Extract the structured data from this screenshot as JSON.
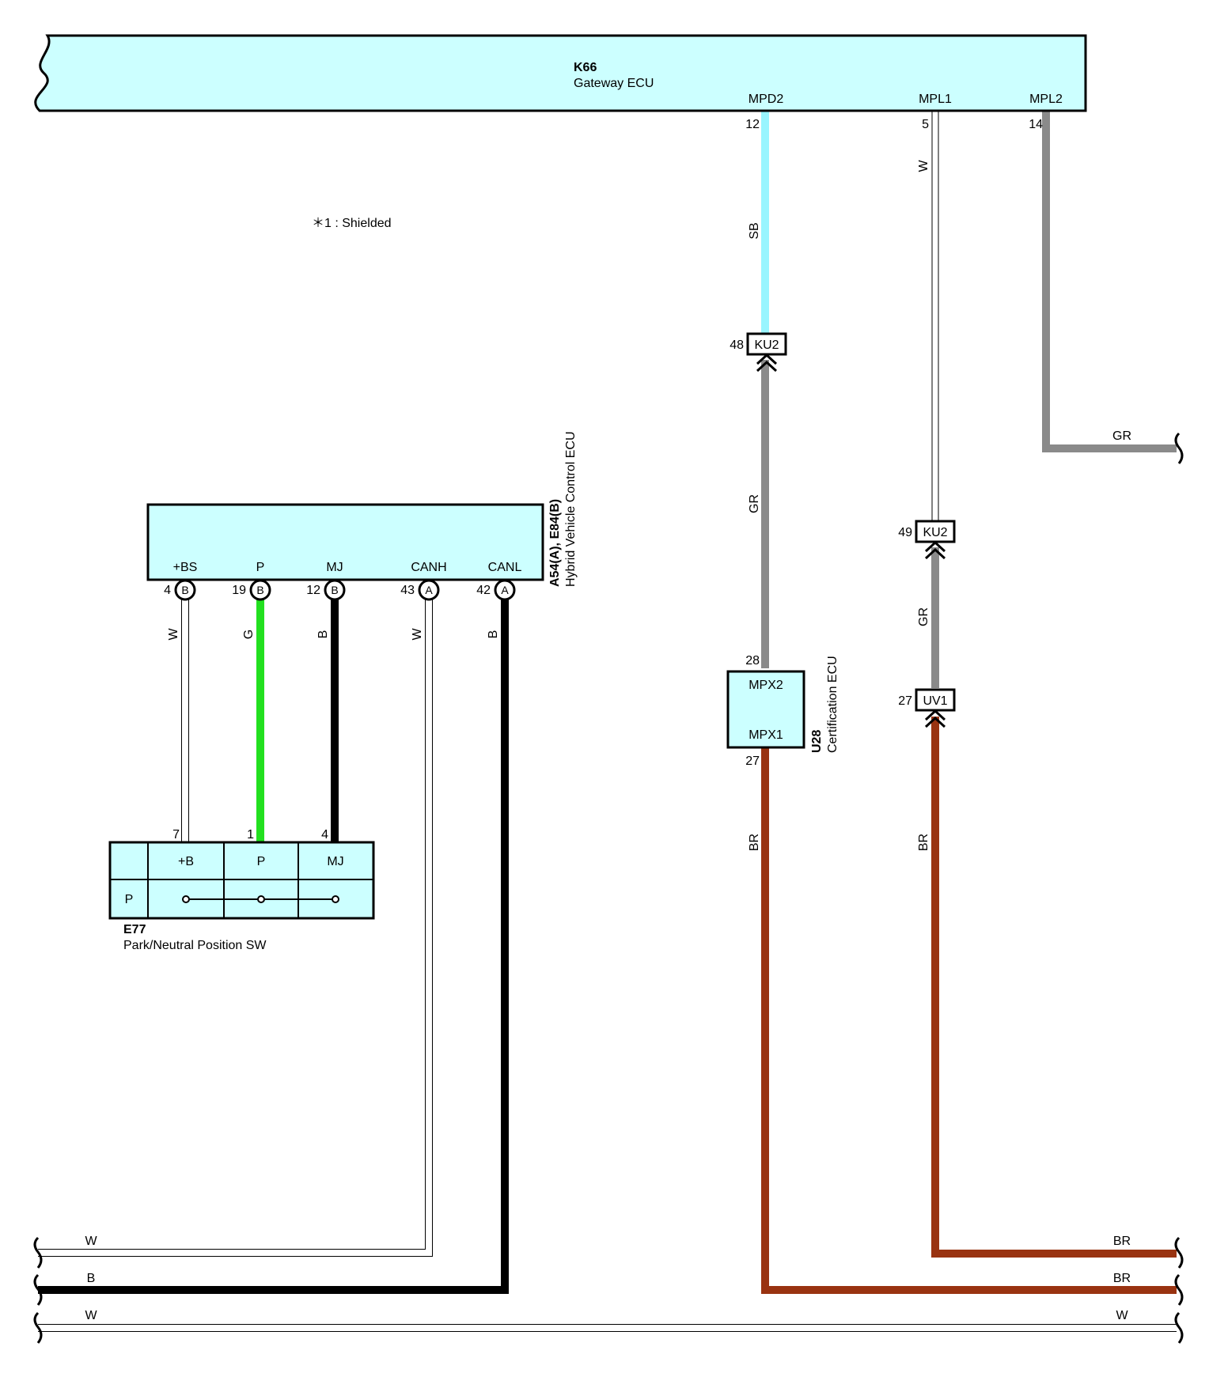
{
  "ecus": {
    "gateway": {
      "code": "K66",
      "name": "Gateway ECU",
      "pins": {
        "mpd2": "MPD2",
        "mpl1": "MPL1",
        "mpl2": "MPL2"
      },
      "pin_numbers": {
        "mpd2": "12",
        "mpl1": "5",
        "mpl2": "14"
      }
    },
    "hybrid": {
      "code": "A54(A), E84(B)",
      "name": "Hybrid Vehicle Control ECU",
      "pins": {
        "bs": "+BS",
        "p": "P",
        "mj": "MJ",
        "canh": "CANH",
        "canl": "CANL"
      },
      "pin_numbers": {
        "bs": "4",
        "p": "19",
        "mj": "12",
        "canh": "43",
        "canl": "42"
      },
      "pin_connectors": {
        "bs": "B",
        "p": "B",
        "mj": "B",
        "canh": "A",
        "canl": "A"
      }
    },
    "certification": {
      "code": "U28",
      "name": "Certification ECU",
      "pins": {
        "mpx2": "MPX2",
        "mpx1": "MPX1"
      },
      "pin_numbers": {
        "mpx2": "28",
        "mpx1": "27"
      }
    },
    "pnp_switch": {
      "code": "E77",
      "name": "Park/Neutral Position SW",
      "pins": {
        "b": "+B",
        "p": "P",
        "mj": "MJ"
      },
      "pin_numbers": {
        "b": "7",
        "p": "1",
        "mj": "4"
      },
      "row_label": "P"
    }
  },
  "note": "＊1 : Shielded",
  "connectors": {
    "ku2_a": {
      "label": "KU2",
      "pin": "48"
    },
    "ku2_b": {
      "label": "KU2",
      "pin": "49"
    },
    "uv1": {
      "label": "UV1",
      "pin": "27"
    }
  },
  "wire_labels": {
    "mpd2_upper": "SB",
    "mpd2_lower": "GR",
    "mpl1_upper": "W",
    "mpl1_mid": "GR",
    "mpl1_lower": "BR",
    "mpl2": "GR",
    "mpx1": "BR",
    "bs": "W",
    "p": "G",
    "mj": "B",
    "canh": "W",
    "canl": "B",
    "bus_w_left": "W",
    "bus_b_left": "B",
    "bus_w2_left": "W",
    "bus_br1_right": "BR",
    "bus_br2_right": "BR",
    "bus_w_right": "W"
  },
  "colors": {
    "ecu_fill": "#ccffff",
    "sb": "#99f5ff",
    "gr": "#8a8a8a",
    "br": "#993311",
    "g": "#22e01f",
    "b": "#000000",
    "w": "#ffffff"
  }
}
